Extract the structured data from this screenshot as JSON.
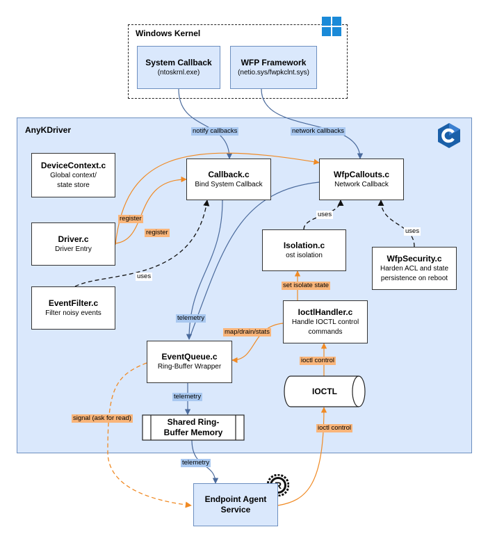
{
  "kernel": {
    "title": "Windows Kernel"
  },
  "driver": {
    "title": "AnyKDriver"
  },
  "nodes": {
    "system_callback": {
      "title": "System Callback",
      "subtitle": "(ntoskrnl.exe)"
    },
    "wfp_framework": {
      "title": "WFP Framework",
      "subtitle": "(netio.sys/fwpkclnt.sys)"
    },
    "device_context": {
      "title": "DeviceContext.c",
      "subtitle_1": "Global context/",
      "subtitle_2": "state store"
    },
    "callback_c": {
      "title": "Callback.c",
      "subtitle": "Bind System Callback"
    },
    "wfp_callouts": {
      "title": "WfpCallouts.c",
      "subtitle": "Network Callback"
    },
    "driver_c": {
      "title": "Driver.c",
      "subtitle": "Driver Entry"
    },
    "isolation": {
      "title": "Isolation.c",
      "subtitle": "ost isolation"
    },
    "wfp_security": {
      "title": "WfpSecurity.c",
      "subtitle_1": "Harden ACL and state",
      "subtitle_2": "persistence on reboot"
    },
    "event_filter": {
      "title": "EventFilter.c",
      "subtitle": "Filter noisy events"
    },
    "ioctl_handler": {
      "title": "IoctlHandler.c",
      "subtitle_1": "Handle IOCTL control",
      "subtitle_2": "commands"
    },
    "event_queue": {
      "title": "EventQueue.c",
      "subtitle": "Ring-Buffer Wrapper"
    },
    "ioctl": {
      "title": "IOCTL"
    },
    "shared_ring": {
      "title_1": "Shared Ring-",
      "title_2": "Buffer Memory"
    },
    "endpoint_agent": {
      "title_1": "Endpoint Agent",
      "title_2": "Service"
    }
  },
  "edge_labels": {
    "notify_callbacks": "notify callbacks",
    "network_callbacks": "network callbacks",
    "register_1": "register",
    "register_2": "register",
    "uses_eventfilter": "uses",
    "uses_isolation": "uses",
    "uses_wfpsecurity": "uses",
    "telemetry_1": "telemetry",
    "telemetry_2": "telemetry",
    "telemetry_3": "telemetry",
    "set_isolate_state": "set isolate state",
    "map_drain_stats": "map/drain/stats",
    "ioctl_control_1": "ioctl control",
    "ioctl_control_2": "ioctl control",
    "signal": "signal (ask for read)"
  },
  "icons": {
    "windows": "windows-logo-icon",
    "c_language": "c-language-icon",
    "rust": "rust-logo-icon"
  },
  "colors": {
    "container_fill": "#dae8fc",
    "container_stroke": "#6c8ebf",
    "blue_edge": "#4a6a9c",
    "orange_edge": "#f08a24",
    "blue_label": "#a9c8f0",
    "orange_label": "#f9b57a",
    "windows_blue": "#1a8ad8",
    "c_blue": "#1a5fa8"
  }
}
